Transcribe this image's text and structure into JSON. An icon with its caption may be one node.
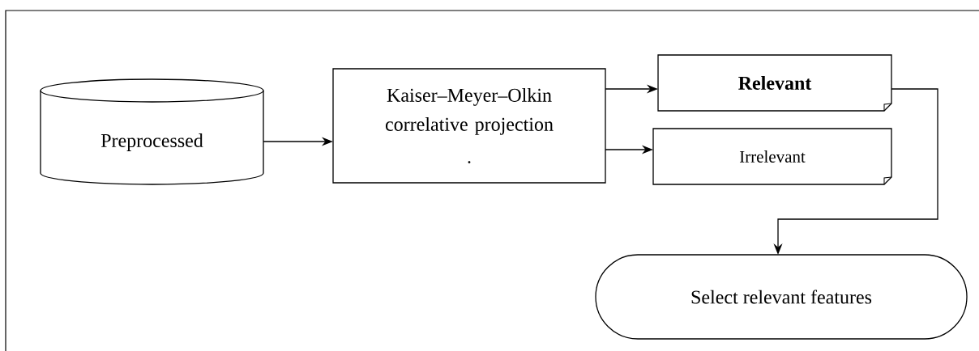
{
  "diagram": {
    "nodes": [
      {
        "text": [
          "Preprocessed"
        ]
      },
      {
        "text": [
          "Kaiser–Meyer–Olkin correlative projection",
          "."
        ]
      },
      {
        "text": [
          "**Relevant**"
        ]
      },
      {
        "text": [
          "Irrelevant"
        ]
      },
      {
        "text": [
          "Select relevant features"
        ]
      }
    ],
    "edges": [
      {
        "from": 0,
        "to": 1,
        "arrow": "to"
      },
      {
        "from": 1,
        "to": 2,
        "arrow": "to"
      },
      {
        "from": 1,
        "to": 3,
        "arrow": "to"
      },
      {
        "from": 2,
        "to": 4,
        "arrow": "to"
      }
    ]
  }
}
